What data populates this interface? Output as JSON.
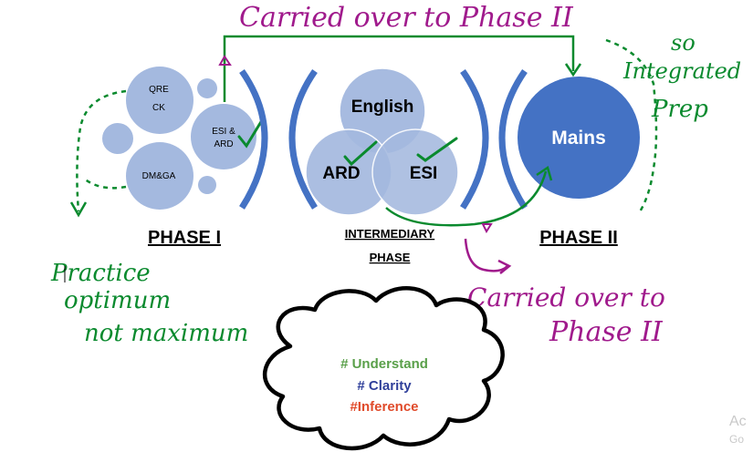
{
  "colors": {
    "light_circle": "#a4b9df",
    "dark_circle": "#4472c4",
    "arc": "#4472c4",
    "ink_green": "#0a8a2e",
    "ink_magenta": "#a01a8c",
    "understand": "#5aa04a",
    "clarity": "#2f3f9a",
    "inference": "#e04a2a"
  },
  "phase1": {
    "label": "PHASE I",
    "bubbles": {
      "qre": "QRE",
      "ck": "CK",
      "esi_ard_1": "ESI &",
      "esi_ard_2": "ARD",
      "dmga": "DM&GA"
    }
  },
  "intermediary": {
    "label_line1": "INTERMEDIARY",
    "label_line2": "PHASE",
    "venn": {
      "english": "English",
      "ard": "ARD",
      "esi": "ESI"
    }
  },
  "phase2": {
    "label": "PHASE II",
    "mains": "Mains"
  },
  "cloud": {
    "line1": "# Understand",
    "line2": "# Clarity",
    "line3": "#Inference"
  },
  "annotations": {
    "top_note": "Carried over to Phase II",
    "right_note_1": "so",
    "right_note_2": "Integrated",
    "right_note_3": "Prep",
    "left_note_1": "Practice",
    "left_note_2": "optimum",
    "left_note_3": "not maximum",
    "bottom_note_1": "Carried over to",
    "bottom_note_2": "Phase II"
  },
  "watermark": {
    "line1": "Ac",
    "line2": "Go"
  }
}
